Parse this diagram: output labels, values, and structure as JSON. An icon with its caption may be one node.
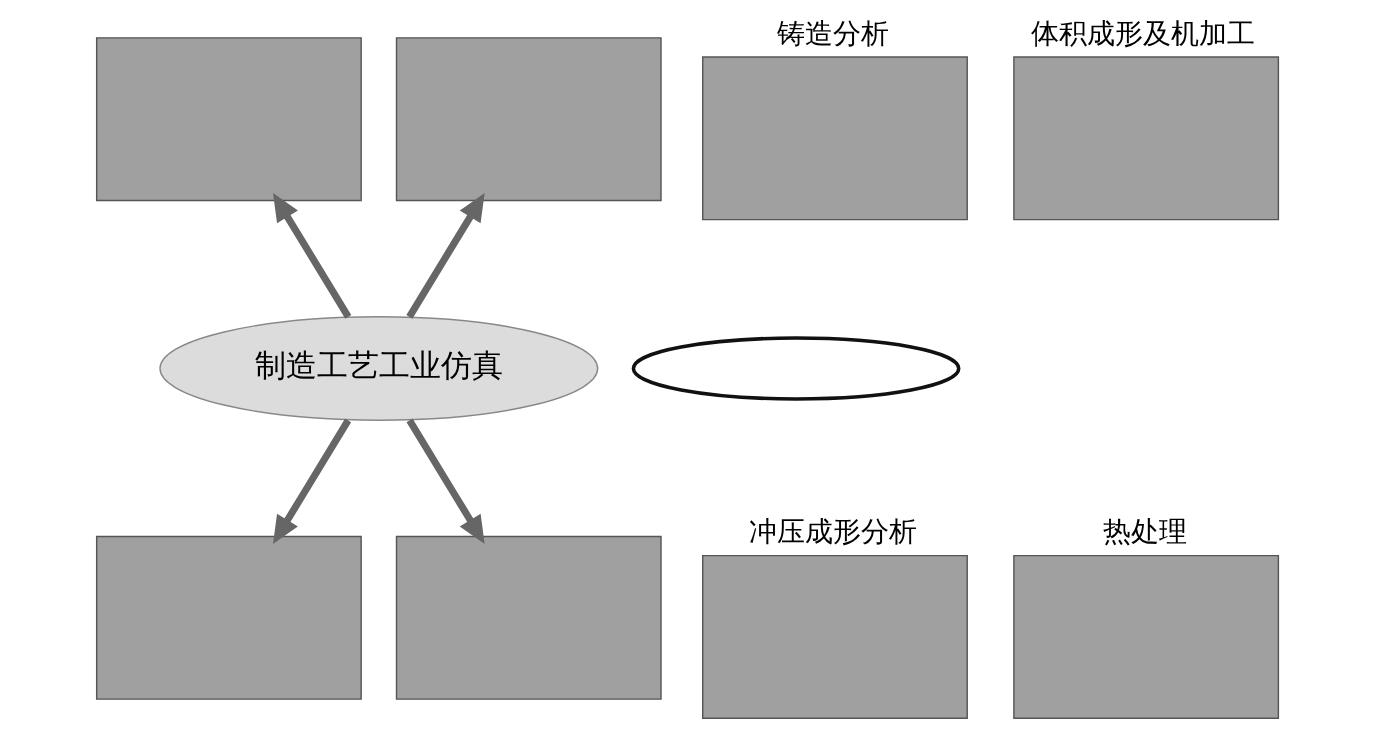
{
  "diagram": {
    "nodes": [
      {
        "text": [
          "制造工艺工业仿真"
        ]
      },
      {
        "text": [],
        "shape": "ellipse"
      },
      {
        "text": [],
        "shape": "box",
        "beside": [
          "铸造分析"
        ]
      },
      {
        "text": [],
        "shape": "box"
      },
      {
        "text": [],
        "shape": "box"
      },
      {
        "text": [],
        "shape": "box",
        "beside": [
          "体积成形及机加工"
        ]
      },
      {
        "text": [],
        "shape": "box",
        "beside": [
          "冲压成形分析"
        ]
      },
      {
        "text": [],
        "shape": "box"
      },
      {
        "text": [],
        "shape": "box"
      },
      {
        "text": [],
        "shape": "box",
        "beside": [
          "热处理"
        ]
      }
    ],
    "edges": [
      {
        "from": 0,
        "to": 3,
        "arrow": "to"
      },
      {
        "from": 0,
        "to": 4,
        "arrow": "to"
      },
      {
        "from": 0,
        "to": 7,
        "arrow": "to"
      },
      {
        "from": 0,
        "to": 8,
        "arrow": "to"
      }
    ]
  }
}
